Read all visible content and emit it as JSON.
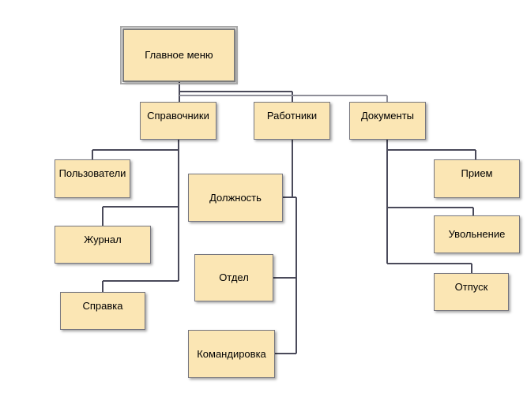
{
  "diagram": {
    "root": {
      "label": "Главное меню"
    },
    "branches": {
      "spravochniki": {
        "label": "Справочники",
        "children": [
          "Пользователи",
          "Журнал",
          "Справка"
        ]
      },
      "rabotniki": {
        "label": "Работники",
        "children": [
          "Должность",
          "Отдел",
          "Командировка"
        ]
      },
      "dokumenty": {
        "label": "Документы",
        "children": [
          "Прием",
          "Увольнение",
          "Отпуск"
        ]
      }
    }
  },
  "colors": {
    "node_fill": "#fbe6b4",
    "node_border": "#77777f",
    "connector": "#4a4a5a",
    "background": "#ffffff"
  }
}
